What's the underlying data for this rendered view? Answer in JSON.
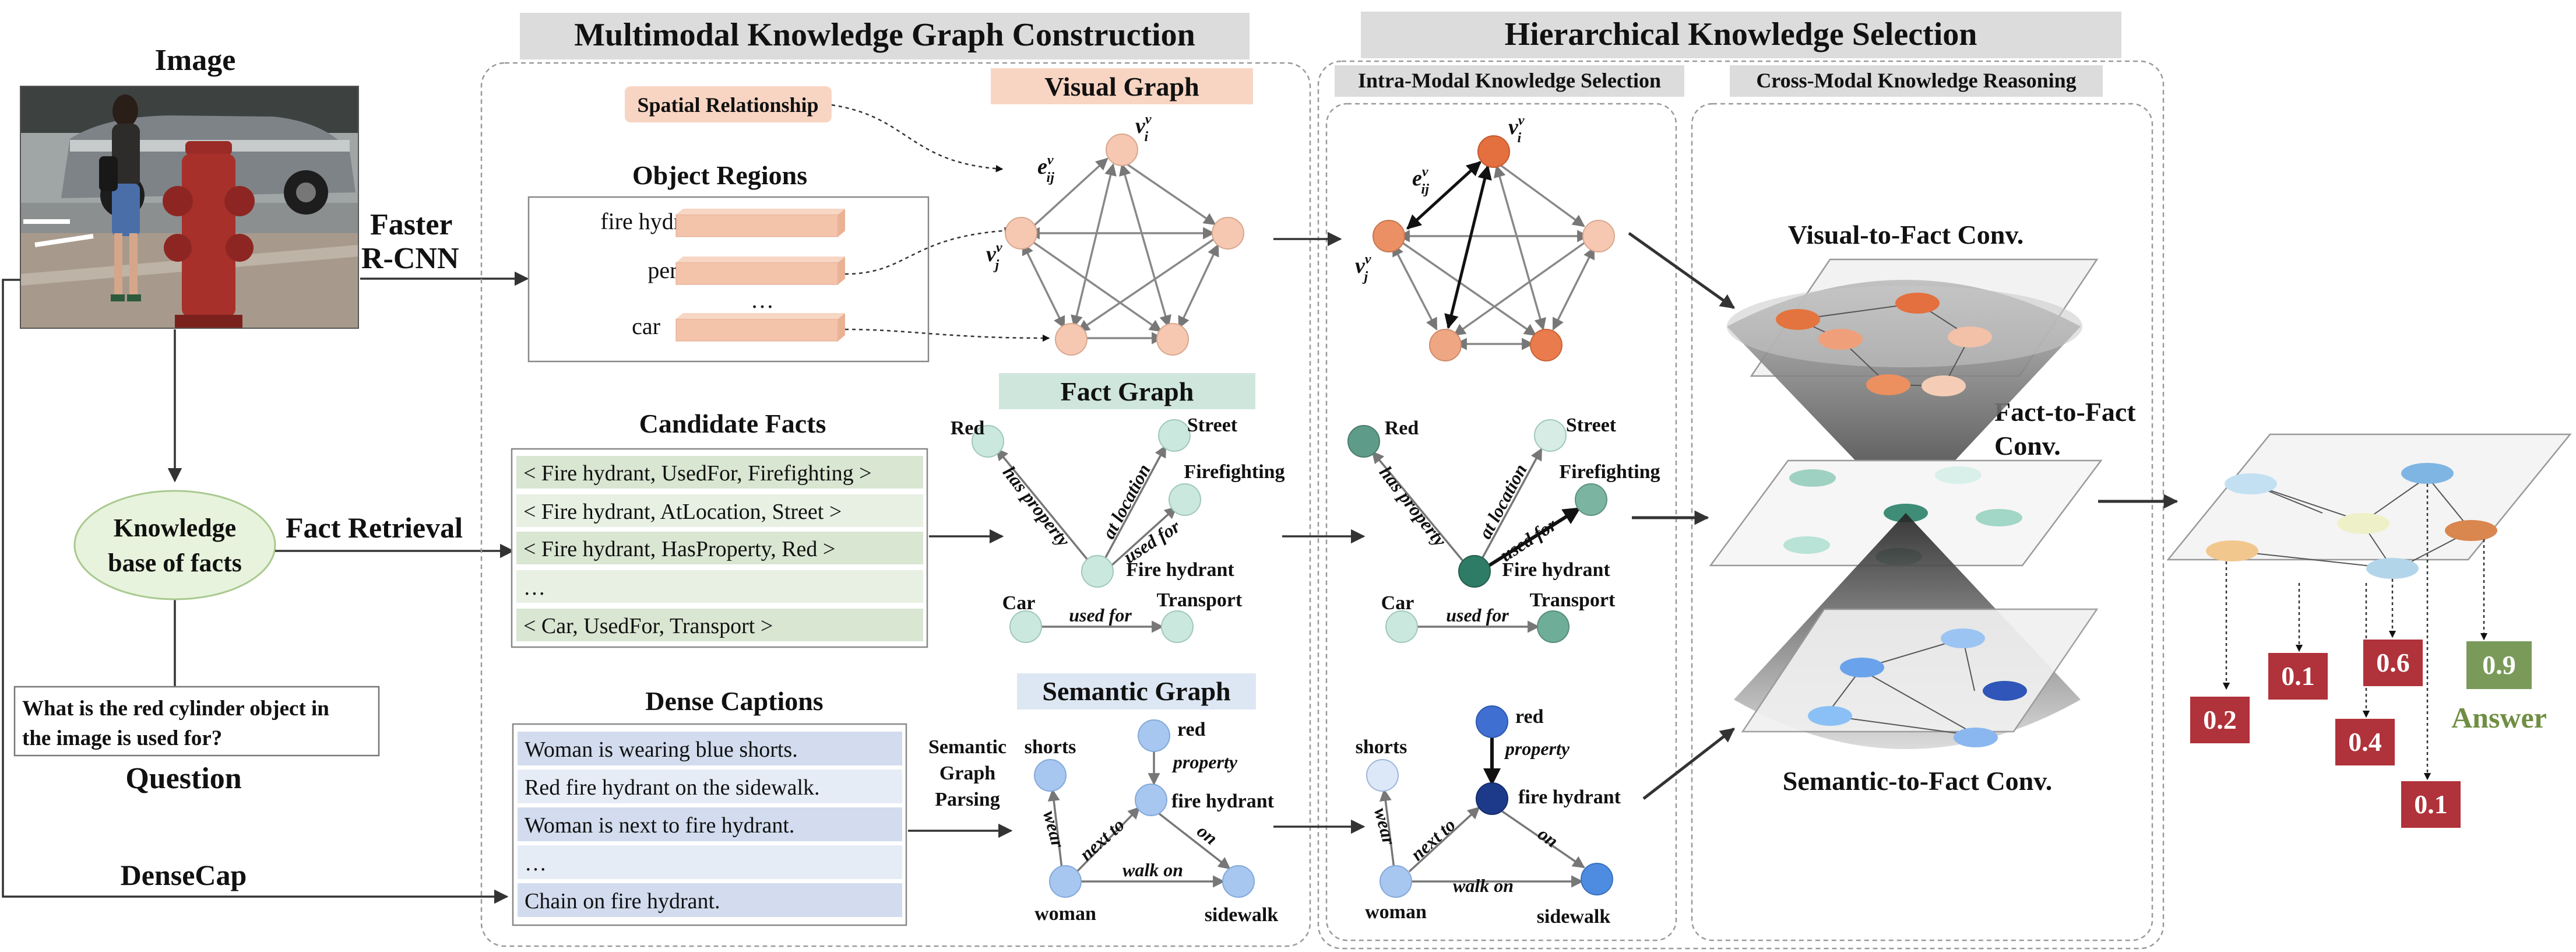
{
  "headers": {
    "mkg": "Multimodal Knowledge Graph Construction",
    "hks": "Hierarchical Knowledge Selection",
    "intra": "Intra-Modal Knowledge Selection",
    "cross": "Cross-Modal Knowledge Reasoning"
  },
  "left": {
    "image_title": "Image",
    "faster_rcnn_1": "Faster",
    "faster_rcnn_2": "R-CNN",
    "kb_1": "Knowledge",
    "kb_2": "base of facts",
    "fact_retrieval": "Fact Retrieval",
    "question_text_1": "What is the red cylinder object in",
    "question_text_2": "the image is used for?",
    "question_title": "Question",
    "densecap": "DenseCap"
  },
  "visual": {
    "spatial": "Spatial Relationship",
    "title": "Visual Graph",
    "object_regions": "Object Regions",
    "objects": [
      "fire hydrant",
      "person",
      "…",
      "car"
    ],
    "e_label": "e",
    "e_sup": "v",
    "e_sub": "ij",
    "vi_label": "v",
    "vi_sup": "v",
    "vi_sub": "i",
    "vj_label": "v",
    "vj_sup": "v",
    "vj_sub": "j"
  },
  "facts": {
    "title": "Fact Graph",
    "candidate_title": "Candidate Facts",
    "rows": [
      "< Fire hydrant, UsedFor, Firefighting >",
      "< Fire hydrant, AtLocation, Street >",
      "< Fire hydrant, HasProperty, Red >",
      "…",
      "< Car, UsedFor, Transport >"
    ],
    "nodes": {
      "red": "Red",
      "street": "Street",
      "firefighting": "Firefighting",
      "fire_hydrant": "Fire hydrant",
      "car": "Car",
      "transport": "Transport"
    },
    "edges": {
      "has_property": "has property",
      "at_location": "at location",
      "used_for": "used for",
      "used_for2": "used for"
    }
  },
  "semantic": {
    "title": "Semantic Graph",
    "dense_title": "Dense Captions",
    "parsing_1": "Semantic",
    "parsing_2": "Graph",
    "parsing_3": "Parsing",
    "captions": [
      "Woman is wearing blue shorts.",
      "Red fire hydrant on the sidewalk.",
      "Woman is next to fire hydrant.",
      "…",
      "Chain on fire hydrant."
    ],
    "nodes": {
      "shorts": "shorts",
      "red": "red",
      "fire_hydrant": "fire hydrant",
      "woman": "woman",
      "sidewalk": "sidewalk"
    },
    "edges": {
      "property": "property",
      "wear": "wear",
      "next_to": "next to",
      "on": "on",
      "walk_on": "walk on"
    }
  },
  "cross": {
    "v2f": "Visual-to-Fact Conv.",
    "f2f_1": "Fact-to-Fact",
    "f2f_2": "Conv.",
    "s2f": "Semantic-to-Fact Conv."
  },
  "answer": {
    "scores": [
      "0.2",
      "0.1",
      "0.4",
      "0.6",
      "0.1",
      "0.9"
    ],
    "label": "Answer"
  },
  "colors": {
    "header_bg": "#dcdcdc",
    "visual_title_bg": "#f8d5c3",
    "fact_title_bg": "#cfe6dd",
    "semantic_title_bg": "#dde7f3",
    "kb_fill": "#e7f3dc",
    "fact_row": "#d9e6d2",
    "caption_row": "#d2dcee",
    "score_red": "#b0323a",
    "score_green": "#7a9a5a",
    "answer_text": "#6f8e43"
  }
}
